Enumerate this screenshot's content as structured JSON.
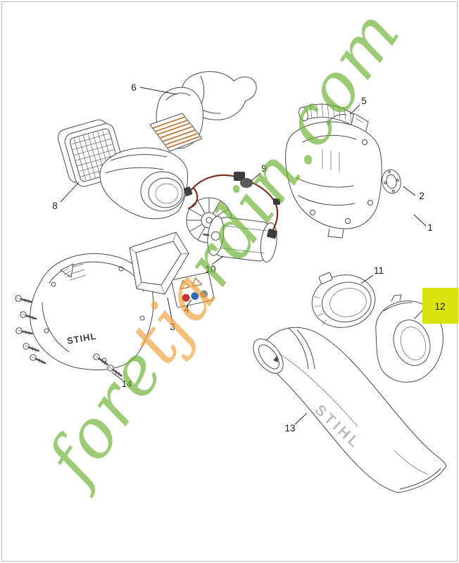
{
  "colors": {
    "highlight": "#d9e40e",
    "line_art": "#4a4a4a",
    "wire": "#7e2f1f",
    "grille": "#c27a3a",
    "watermark_green": "#68b22f",
    "watermark_orange": "#efa03a"
  },
  "callouts": [
    {
      "label": "1"
    },
    {
      "label": "2"
    },
    {
      "label": "3"
    },
    {
      "label": "4"
    },
    {
      "label": "5"
    },
    {
      "label": "6"
    },
    {
      "label": "8"
    },
    {
      "label": "9"
    },
    {
      "label": "10"
    },
    {
      "label": "11"
    },
    {
      "label": "12",
      "highlighted": true
    },
    {
      "label": "13"
    },
    {
      "label": "14"
    }
  ],
  "brand": {
    "shell_logo": "STIHL",
    "tube_logo": "STIHL"
  },
  "watermark": {
    "text": "foretjardin.com",
    "letters": [
      {
        "ch": "f",
        "tone": "green"
      },
      {
        "ch": "o",
        "tone": "green"
      },
      {
        "ch": "r",
        "tone": "green"
      },
      {
        "ch": "e",
        "tone": "green"
      },
      {
        "ch": "t",
        "tone": "orange"
      },
      {
        "ch": "j",
        "tone": "orange"
      },
      {
        "ch": "a",
        "tone": "orange"
      },
      {
        "ch": "r",
        "tone": "green"
      },
      {
        "ch": "d",
        "tone": "green"
      },
      {
        "ch": "i",
        "tone": "green"
      },
      {
        "ch": "n",
        "tone": "green"
      },
      {
        "ch": ".",
        "tone": "green"
      },
      {
        "ch": "c",
        "tone": "green"
      },
      {
        "ch": "o",
        "tone": "green"
      },
      {
        "ch": "m",
        "tone": "green"
      }
    ]
  }
}
